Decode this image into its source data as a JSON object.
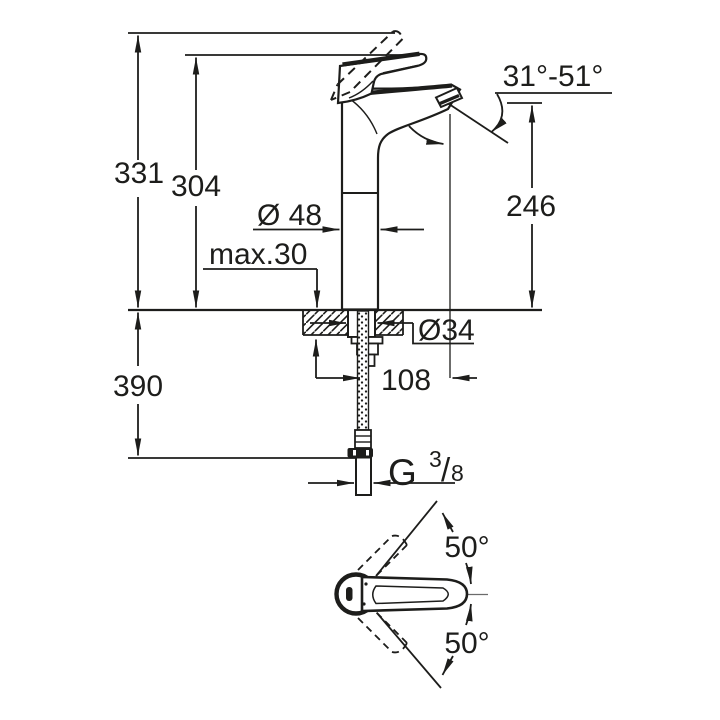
{
  "colors": {
    "ink": "#1d1d1b",
    "background": "#ffffff"
  },
  "drawing": {
    "type": "technical-dimension-drawing",
    "subject": "single-lever basin mixer tap: side elevation with installation dimensions and top view with handle swivel angles"
  },
  "dimensions": {
    "total_height": "331",
    "body_height": "304",
    "below_deck_length": "390",
    "max_deck_thickness": "max.30",
    "body_diameter": "Ø 48",
    "shank_diameter": "Ø34",
    "spout_reach": "108",
    "spout_outlet_height": "246",
    "spout_angle_range": "31°-51°",
    "swivel_angle_upper": "50°",
    "swivel_angle_lower": "50°",
    "thread": {
      "g": "G",
      "numerator": "3",
      "slash": "/",
      "denominator": "8"
    }
  }
}
